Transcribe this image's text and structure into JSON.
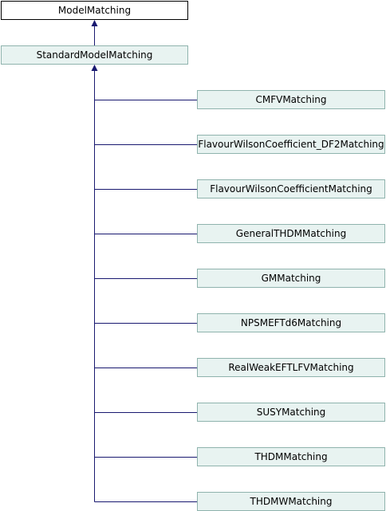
{
  "diagram": {
    "root": "ModelMatching",
    "base": "StandardModelMatching",
    "children": [
      "CMFVMatching",
      "FlavourWilsonCoefficient_DF2Matching",
      "FlavourWilsonCoefficientMatching",
      "GeneralTHDMMatching",
      "GMMatching",
      "NPSMEFTd6Matching",
      "RealWeakEFTLFVMatching",
      "SUSYMatching",
      "THDMMatching",
      "THDMWMatching"
    ],
    "colors": {
      "edge": "#191970",
      "node_fill": "#e8f3f1",
      "node_border": "#8fb3ad",
      "root_border": "#000000"
    }
  }
}
